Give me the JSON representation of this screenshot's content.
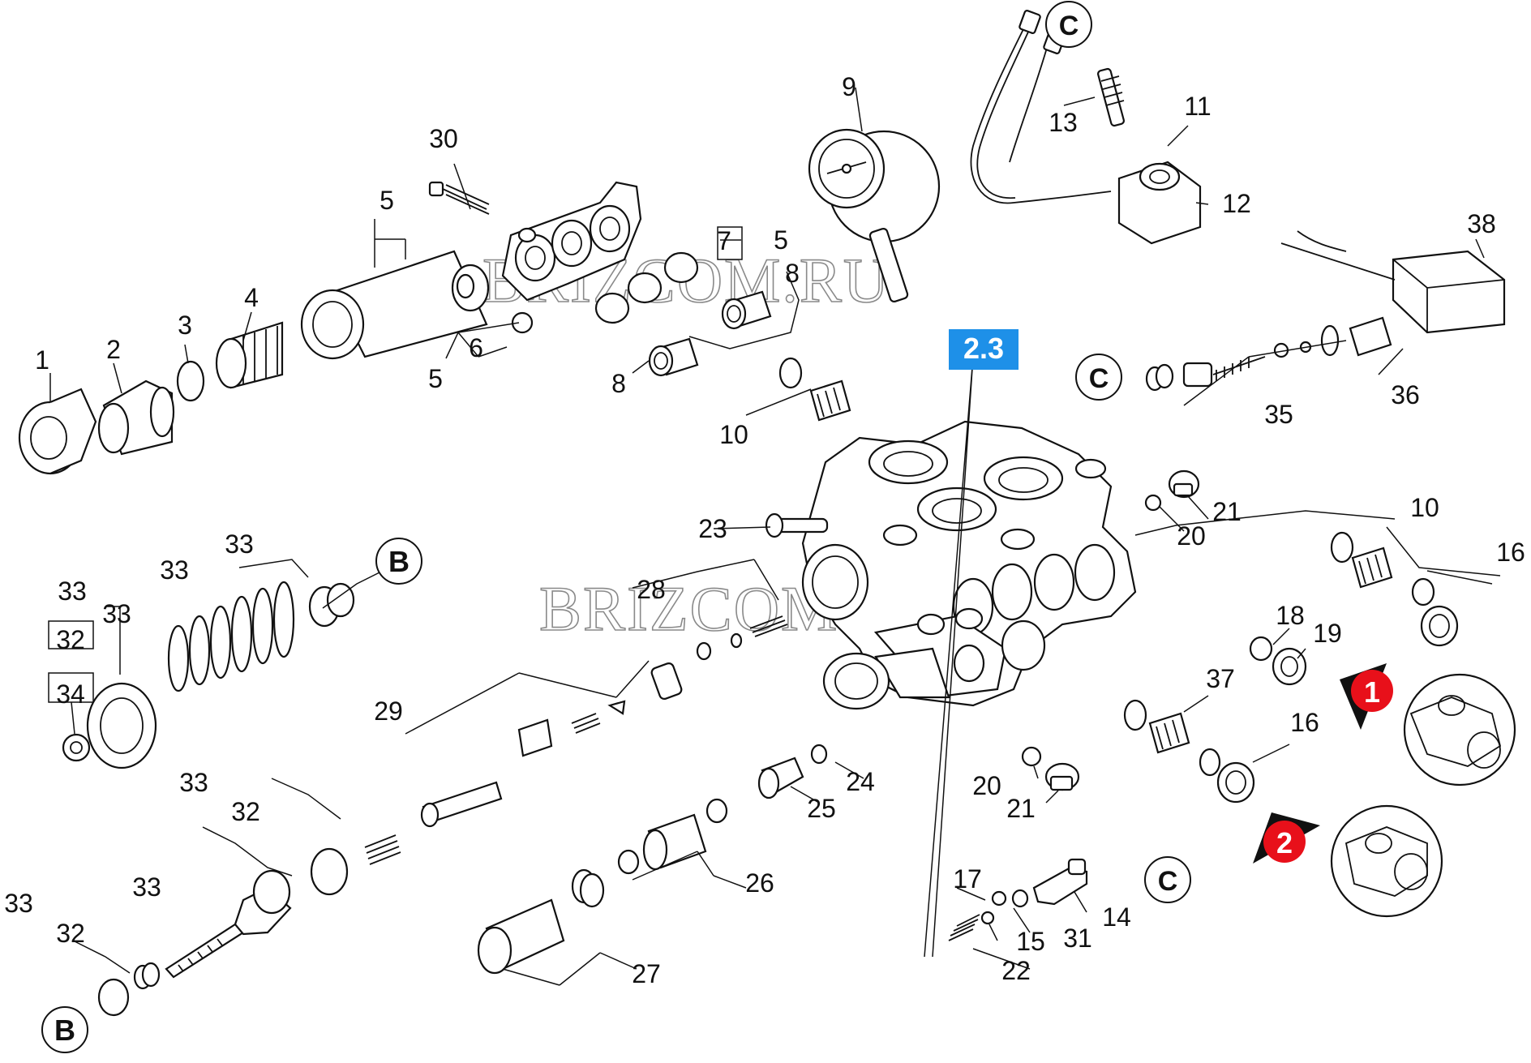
{
  "diagram": {
    "section_badge": "2.3",
    "watermark": "BRIZCOM.RU",
    "markers": {
      "B": "B",
      "C": "C",
      "view1": "1",
      "view2": "2"
    },
    "callouts": {
      "c1": "1",
      "c2": "2",
      "c3": "3",
      "c4": "4",
      "c5a": "5",
      "c5b": "5",
      "c5c": "5",
      "c6": "6",
      "c7": "7",
      "c8a": "8",
      "c8b": "8",
      "c9": "9",
      "c10a": "10",
      "c10b": "10",
      "c11": "11",
      "c12": "12",
      "c13": "13",
      "c14": "14",
      "c15": "15",
      "c16a": "16",
      "c16b": "16",
      "c17": "17",
      "c18": "18",
      "c19": "19",
      "c20a": "20",
      "c20b": "20",
      "c21a": "21",
      "c21b": "21",
      "c22": "22",
      "c23": "23",
      "c24": "24",
      "c25": "25",
      "c26": "26",
      "c27": "27",
      "c28": "28",
      "c29": "29",
      "c30": "30",
      "c31": "31",
      "c32a": "32",
      "c32b": "32",
      "c32c": "32",
      "c33a": "33",
      "c33b": "33",
      "c33c": "33",
      "c33d": "33",
      "c33e": "33",
      "c33f": "33",
      "c33g": "33",
      "c34": "34",
      "c35": "35",
      "c36": "36",
      "c37": "37",
      "c38": "38"
    },
    "colors": {
      "badge": "#1e90e8",
      "view_marker": "#e8101a",
      "line": "#111111"
    }
  }
}
